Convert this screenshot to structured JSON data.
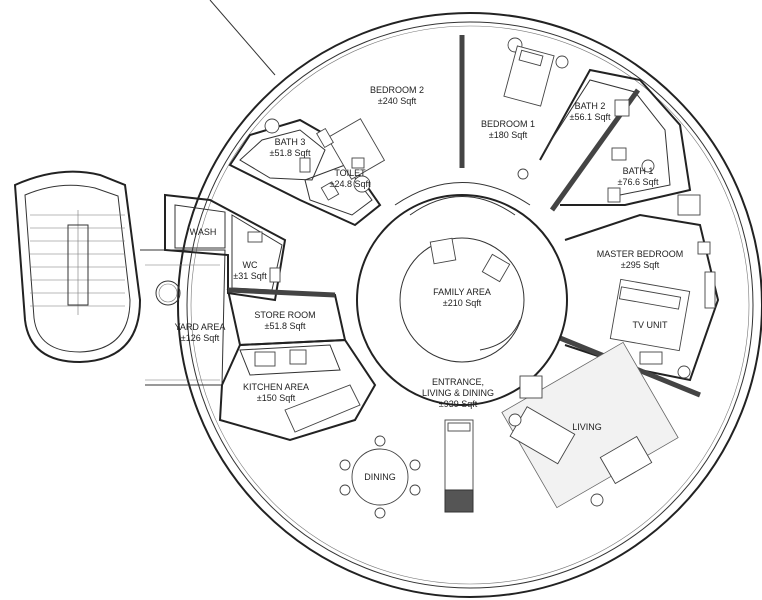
{
  "rooms": {
    "bedroom2": {
      "name": "BEDROOM 2",
      "area": "±240 Sqft"
    },
    "bedroom1": {
      "name": "BEDROOM 1",
      "area": "±180 Sqft"
    },
    "bath2": {
      "name": "BATH 2",
      "area": "±56.1 Sqft"
    },
    "bath1": {
      "name": "BATH 1",
      "area": "±76.6 Sqft"
    },
    "bath3": {
      "name": "BATH 3",
      "area": "±51.8 Sqft"
    },
    "toilet": {
      "name": "TOILET",
      "area": "±24.8 Sqft"
    },
    "wash": {
      "name": "WASH"
    },
    "wc": {
      "name": "WC",
      "area": "±31 Sqft"
    },
    "master_bedroom": {
      "name": "MASTER BEDROOM",
      "area": "±295 Sqft"
    },
    "family_area": {
      "name": "FAMILY AREA",
      "area": "±210 Sqft"
    },
    "store_room": {
      "name": "STORE ROOM",
      "area": "±51.8 Sqft"
    },
    "yard_area": {
      "name": "YARD AREA",
      "area": "±126 Sqft"
    },
    "kitchen_area": {
      "name": "KITCHEN AREA",
      "area": "±150 Sqft"
    },
    "entrance": {
      "line1": "ENTRANCE,",
      "line2": "LIVING & DINING",
      "area": "±939 Sqft"
    },
    "living": {
      "name": "LIVING"
    },
    "dining": {
      "name": "DINING"
    },
    "tv_unit": {
      "name": "TV UNIT"
    }
  }
}
